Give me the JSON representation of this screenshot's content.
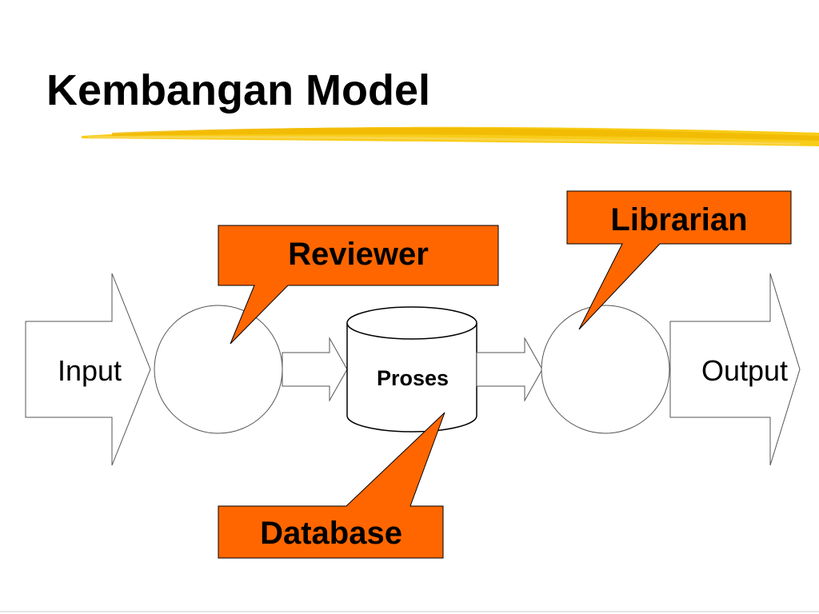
{
  "slide": {
    "title": "Kembangan Model",
    "underline_color": "#f5c400"
  },
  "diagram": {
    "nodes": {
      "input": "Input",
      "output": "Output",
      "process": "Proses"
    },
    "callouts": {
      "reviewer": "Reviewer",
      "librarian": "Librarian",
      "database": "Database"
    },
    "callout_fill": "#ff6600"
  }
}
